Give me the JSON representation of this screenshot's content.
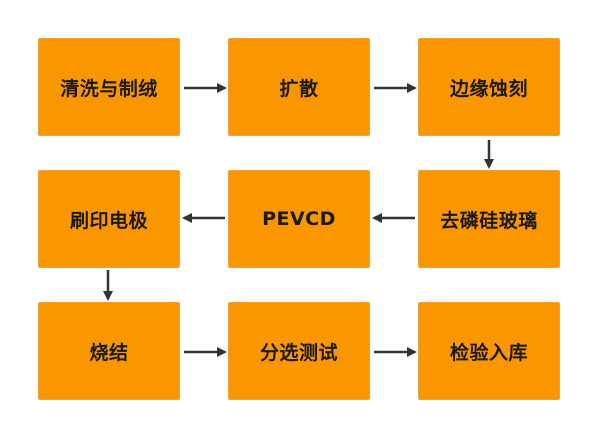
{
  "diagram": {
    "steps": [
      {
        "id": "s1",
        "label": "清洗与制绒"
      },
      {
        "id": "s2",
        "label": "扩散"
      },
      {
        "id": "s3",
        "label": "边缘蚀刻"
      },
      {
        "id": "s4",
        "label": "去磷硅玻璃"
      },
      {
        "id": "s5",
        "label": "PEVCD"
      },
      {
        "id": "s6",
        "label": "刷印电极"
      },
      {
        "id": "s7",
        "label": "烧结"
      },
      {
        "id": "s8",
        "label": "分选测试"
      },
      {
        "id": "s9",
        "label": "检验入库"
      }
    ],
    "edges": [
      [
        "s1",
        "s2"
      ],
      [
        "s2",
        "s3"
      ],
      [
        "s3",
        "s4"
      ],
      [
        "s4",
        "s5"
      ],
      [
        "s5",
        "s6"
      ],
      [
        "s6",
        "s7"
      ],
      [
        "s7",
        "s8"
      ],
      [
        "s8",
        "s9"
      ]
    ],
    "colors": {
      "box_fill": "#fa9700",
      "box_border": "#e8a33c",
      "text": "#1a1a1a",
      "arrow": "#333333"
    }
  }
}
